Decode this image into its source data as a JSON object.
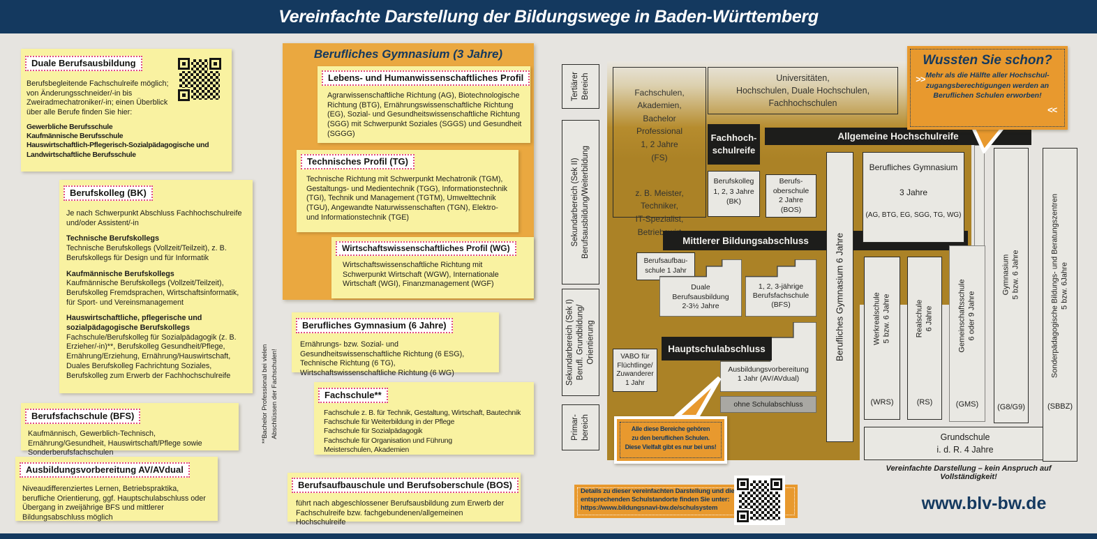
{
  "colors": {
    "navy": "#14395f",
    "orange": "#e8992e",
    "panel_orange": "#eaa840",
    "gold": "#ab8226",
    "yellow": "#f9f2a1",
    "magenta_dotted": "#e04a80",
    "black_bar": "#1d1d1b"
  },
  "header": {
    "title": "Vereinfachte Darstellung der Bildungswege in Baden-Württemberg"
  },
  "left_boxes": {
    "duale": {
      "title": "Duale Berufsausbildung",
      "body": "Berufsbegleitende Fachschulreife möglich; von Änderungsschneider/-in bis Zweiradmechatroniker/-in; einen Überblick über alle Berufe finden Sie hier:",
      "bold": [
        "Gewerbliche Berufsschule",
        "Kaufmännische Berufsschule",
        "Hauswirtschaftlich-Pflegerisch-Sozialpädagogische und Landwirtschaftliche Berufsschule"
      ]
    },
    "bk": {
      "title": "Berufskolleg (BK)",
      "intro": "Je nach Schwerpunkt Abschluss Fachhochschulreife und/oder Assistent/-in",
      "sections": [
        {
          "head": "Technische Berufskollegs",
          "body": "Technische Berufskollegs (Vollzeit/Teilzeit), z. B. Berufskollegs für Design und für Informatik"
        },
        {
          "head": "Kaufmännische Berufskollegs",
          "body": "Kaufmännische Berufskollegs (Vollzeit/Teilzeit), Berufskolleg Fremdsprachen, Wirtschaftsinformatik, für Sport- und Vereinsmanagement"
        },
        {
          "head": "Hauswirtschaftliche, pflegerische und sozialpädagogische Berufskollegs",
          "body": "Fachschule/Berufskolleg für Sozialpädagogik (z. B. Erzieher/-in)**, Berufskolleg Gesundheit/Pflege, Ernährung/Erziehung, Ernährung/Hauswirtschaft, Duales Berufskolleg Fachrichtung Soziales, Berufskolleg zum Erwerb der Fachhochschulreife"
        }
      ]
    },
    "bfs": {
      "title": "Berufsfachschule (BFS)",
      "body": "Kaufmännisch, Gewerblich-Technisch, Ernährung/Gesundheit, Hauswirtschaft/Pflege sowie Sonderberufsfachschulen"
    },
    "av": {
      "title": "Ausbildungsvorbereitung AV/AVdual",
      "body": "Niveaudifferenziertes Lernen, Betriebspraktika, berufliche Orientierung, ggf. Hauptschulabschluss oder Übergang in zweijährige BFS und mittlerer Bildungsabschluss möglich"
    }
  },
  "middle": {
    "panel_title": "Berufliches Gymnasium (3 Jahre)",
    "profiles": [
      {
        "title": "Lebens- und Humanwissenschaftliches Profil",
        "body": "Agrarwissenschaftliche Richtung (AG), Biotechnologische Richtung (BTG), Ernährungswissenschaftliche Richtung (EG), Sozial- und Gesundheitswissenschaftliche Richtung (SGG) mit Schwerpunkt Soziales (SGGS) und Gesundheit (SGGG)"
      },
      {
        "title": "Technisches Profil (TG)",
        "body": "Technische Richtung mit Schwerpunkt Mechatronik (TGM), Gestaltungs- und Medientechnik (TGG), Informationstechnik (TGI), Technik und Management (TGTM), Umwelttechnik (TGU), Angewandte Naturwissenschaften (TGN), Elektro- und Informationstechnik (TGE)"
      },
      {
        "title": "Wirtschaftswissenschaftliches Profil (WG)",
        "body": "Wirtschaftswissenschaftliche Richtung mit Schwerpunkt Wirtschaft (WGW), Internationale Wirtschaft (WGI), Finanzmanagement (WGF)"
      }
    ],
    "bg6": {
      "title": "Berufliches Gymnasium (6 Jahre)",
      "body": "Ernährungs- bzw. Sozial- und Gesundheitswissenschaftliche Richtung (6 ESG), Technische Richtung (6 TG), Wirtschaftswissenschaftliche Richtung (6 WG)"
    },
    "fachschule": {
      "title": "Fachschule**",
      "body": "Fachschule z. B. für Technik, Gestaltung, Wirtschaft, Bautechnik\nFachschule für Weiterbildung in der Pflege\nFachschule für Sozialpädagogik\nFachschule für Organisation und Führung\nMeisterschulen, Akademien"
    },
    "footnote": "**Bachelor Professional bei vielen\nAbschlüssen der Fachschulen!",
    "bos": {
      "title": "Berufsaufbauschule und Berufsoberschule (BOS)",
      "body": "führt nach abgeschlossener Berufsausbildung zum Erwerb der Fachschulreife bzw. fachgebundenen/allgemeinen Hochschulreife"
    }
  },
  "diagram": {
    "levels": {
      "tertiaer": "Tertiärer\nBereich",
      "sek2": "Sekundarbereich (Sek II)\nBerufsausbildung/Weiterbildung",
      "sek1": "Sekundarbereich (Sek I)\nBerufl. Grundbildung/\nOrientierung",
      "primar": "Primar-\nbereich"
    },
    "fachschulen_top": "Fachschulen,\nAkademien,\nBachelor\nProfessional\n1, 2 Jahre\n(FS)",
    "fachschulen_bottom": "z. B. Meister,\nTechniker,\nIT-Spezialist,\nBetriebswirt",
    "universitaeten": "Universitäten,\nHochschulen, Duale Hochschulen,\nFachhochschulen",
    "fachhochschulreife": "Fachhoch-\nschulreife",
    "allgemeine_hochschulreife": "Allgemeine Hochschulreife",
    "berufskolleg": "Berufskolleg\n1, 2, 3 Jahre\n(BK)",
    "berufsoberschule": "Berufs-\noberschule\n2 Jahre\n(BOS)",
    "bg6_strip": "Berufliches Gymnasium 6 Jahre",
    "bg3": {
      "line1": "Berufliches Gymnasium",
      "line2": "3 Jahre",
      "line3": "(AG, BTG, EG, SGG, TG, WG)"
    },
    "mittlerer_bildungsabschluss": "Mittlerer Bildungsabschluss",
    "berufsaufbauschule": "Berufsaufbau-\nschule 1 Jahr",
    "duale_berufsausbildung": "Duale\nBerufsausbildung\n2-3½ Jahre",
    "berufsfachschule": "1, 2, 3-jährige\nBerufsfachschule\n(BFS)",
    "hauptschulabschluss": "Hauptschulabschluss",
    "vabo": "VABO für\nFlüchtlinge/\nZuwanderer\n1 Jahr",
    "ausbildungsvorbereitung": "Ausbildungsvorbereitung\n1 Jahr (AV/AVdual)",
    "ohne_schulabschluss": "ohne Schulabschluss",
    "bubble": "Alle diese Bereiche gehören\nzu den beruflichen Schulen.\nDiese Vielfalt gibt es nur bei uns!",
    "columns": [
      {
        "label": "Werkrealschule\n5 bzw. 6 Jahre",
        "abbr": "(WRS)"
      },
      {
        "label": "Realschule\n6 Jahre",
        "abbr": "(RS)"
      },
      {
        "label": "Gemeinschaftsschule\n6 oder 9 Jahre",
        "abbr": "(GMS)"
      },
      {
        "label": "Gymnasium\n5 bzw. 6 Jahre",
        "abbr": "(G8/G9)"
      },
      {
        "label": "Sonderpädagogische Bildungs- und Beratungszentren\n5 bzw. 6Jahre",
        "abbr": "(SBBZ)"
      }
    ],
    "grundschule": "Grundschule\ni. d. R. 4 Jahre",
    "caption": "Vereinfachte Darstellung – kein Anspruch auf Vollständigkeit!",
    "wussten": {
      "title": "Wussten Sie schon?",
      "open": ">>",
      "text": "Mehr als die Hälfte aller Hochschul-\nzugangsberechtigungen werden an\nBeruflichen Schulen erworben!",
      "close": "<<"
    }
  },
  "footer": {
    "details": "Details zu dieser vereinfachten Darstellung und die entsprechenden Schulstandorte finden Sie unter: https://www.bildungsnavi-bw.de/schulsystem",
    "website": "www.blv-bw.de"
  }
}
